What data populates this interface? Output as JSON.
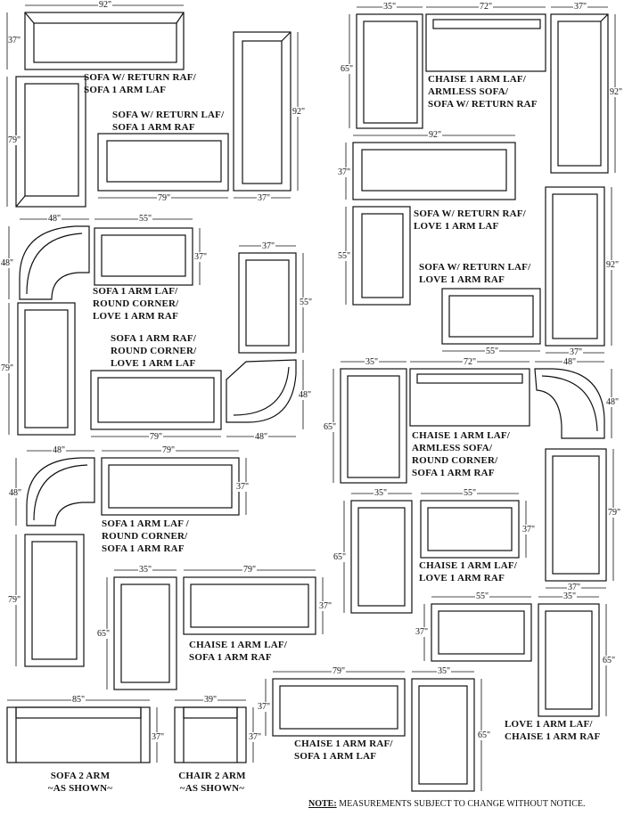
{
  "dims": {
    "d92a": "92\"",
    "d37a": "37\"",
    "d79a": "79\"",
    "d79b": "79\"",
    "d37b": "37\"",
    "d92b": "92\"",
    "d35a": "35\"",
    "d72a": "72\"",
    "d37c": "37\"",
    "d65a": "65\"",
    "d92c": "92\"",
    "d92d": "92\"",
    "d37d": "37\"",
    "d55a": "55\"",
    "d55b": "55\"",
    "d92e": "92\"",
    "d37e": "37\"",
    "d48a": "48\"",
    "d55c": "55\"",
    "d48b": "48\"",
    "d37f": "37\"",
    "d79c": "79\"",
    "d37g": "37\"",
    "d55d": "55\"",
    "d79d": "79\"",
    "d48c": "48\"",
    "d48d": "48\"",
    "d35b": "35\"",
    "d72b": "72\"",
    "d48e": "48\"",
    "d65b": "65\"",
    "d48f": "48\"",
    "d48g": "48\"",
    "d79e": "79\"",
    "d48h": "48\"",
    "d37h": "37\"",
    "d79f": "79\"",
    "d35c": "35\"",
    "d55e": "55\"",
    "d65c": "65\"",
    "d37i": "37\"",
    "d79g": "79\"",
    "d35d": "35\"",
    "d79h": "79\"",
    "d65d": "65\"",
    "d37j": "37\"",
    "d37k": "37\"",
    "d55f": "55\"",
    "d35e": "35\"",
    "d37l": "37\"",
    "d65e": "65\"",
    "d85": "85\"",
    "d37m": "37\"",
    "d39": "39\"",
    "d37n": "37\"",
    "d79i": "79\"",
    "d35f": "35\"",
    "d37o": "37\"",
    "d65f": "65\""
  },
  "labels": {
    "l1": [
      "SOFA W/ RETURN RAF/",
      "SOFA 1 ARM LAF"
    ],
    "l2": [
      "SOFA W/ RETURN LAF/",
      "SOFA 1 ARM RAF"
    ],
    "l3": [
      "CHAISE 1 ARM LAF/",
      "ARMLESS SOFA/",
      "SOFA W/ RETURN RAF"
    ],
    "l4": [
      "SOFA W/ RETURN RAF/",
      "LOVE 1 ARM LAF"
    ],
    "l5": [
      "SOFA W/ RETURN LAF/",
      "LOVE 1 ARM RAF"
    ],
    "l6": [
      "SOFA 1 ARM LAF/",
      "ROUND CORNER/",
      "LOVE 1 ARM RAF"
    ],
    "l7": [
      "SOFA 1 ARM RAF/",
      "ROUND CORNER/",
      "LOVE 1 ARM LAF"
    ],
    "l8": [
      "CHAISE 1 ARM LAF/",
      "ARMLESS SOFA/",
      "ROUND CORNER/",
      "SOFA 1 ARM RAF"
    ],
    "l9": [
      "SOFA 1 ARM LAF /",
      "ROUND CORNER/",
      "SOFA 1 ARM RAF"
    ],
    "l10": [
      "CHAISE 1 ARM  LAF/",
      "LOVE 1 ARM RAF"
    ],
    "l11": [
      "CHAISE 1 ARM  LAF/",
      "SOFA 1 ARM RAF"
    ],
    "l12": [
      "LOVE 1 ARM LAF/",
      "CHAISE 1 ARM   RAF"
    ],
    "l13": [
      "CHAISE 1 ARM  RAF/",
      "SOFA 1 ARM LAF"
    ],
    "l14": [
      "SOFA 2 ARM",
      "~AS SHOWN~"
    ],
    "l15": [
      "CHAIR 2 ARM",
      "~AS SHOWN~"
    ]
  },
  "note": {
    "prefix": "NOTE:",
    "text": " MEASUREMENTS SUBJECT TO CHANGE WITHOUT NOTICE."
  }
}
